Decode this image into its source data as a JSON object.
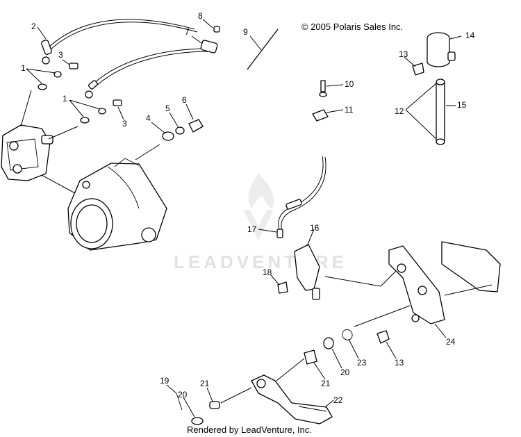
{
  "copyright": "© 2005 Polaris Sales Inc.",
  "render_note": "Rendered by LeadVenture, Inc.",
  "watermark": "LEADVENTURE",
  "callouts": [
    "1",
    "2",
    "3",
    "1",
    "3",
    "4",
    "5",
    "6",
    "7",
    "8",
    "9",
    "10",
    "11",
    "12",
    "13",
    "14",
    "15",
    "16",
    "17",
    "18",
    "24",
    "23",
    "13",
    "20",
    "21",
    "19",
    "20",
    "21",
    "22"
  ]
}
